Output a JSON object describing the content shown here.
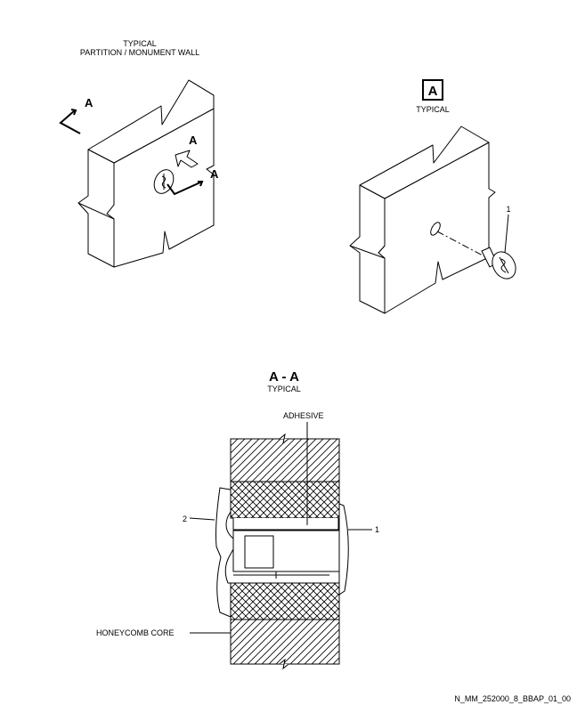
{
  "view_left": {
    "title_line1": "TYPICAL",
    "title_line2": "PARTITION / MONUMENT WALL",
    "arrow_labels": [
      "A",
      "A",
      "A"
    ]
  },
  "view_right": {
    "detail_letter": "A",
    "detail_caption": "TYPICAL",
    "item_callout": "1"
  },
  "section_view": {
    "title": "A - A",
    "subtitle": "TYPICAL",
    "label_adhesive": "ADHESIVE",
    "label_honeycomb": "HONEYCOMB CORE",
    "callout_left": "2",
    "callout_right": "1"
  },
  "footer": {
    "drawing_id": "N_MM_252000_8_BBAP_01_00"
  }
}
